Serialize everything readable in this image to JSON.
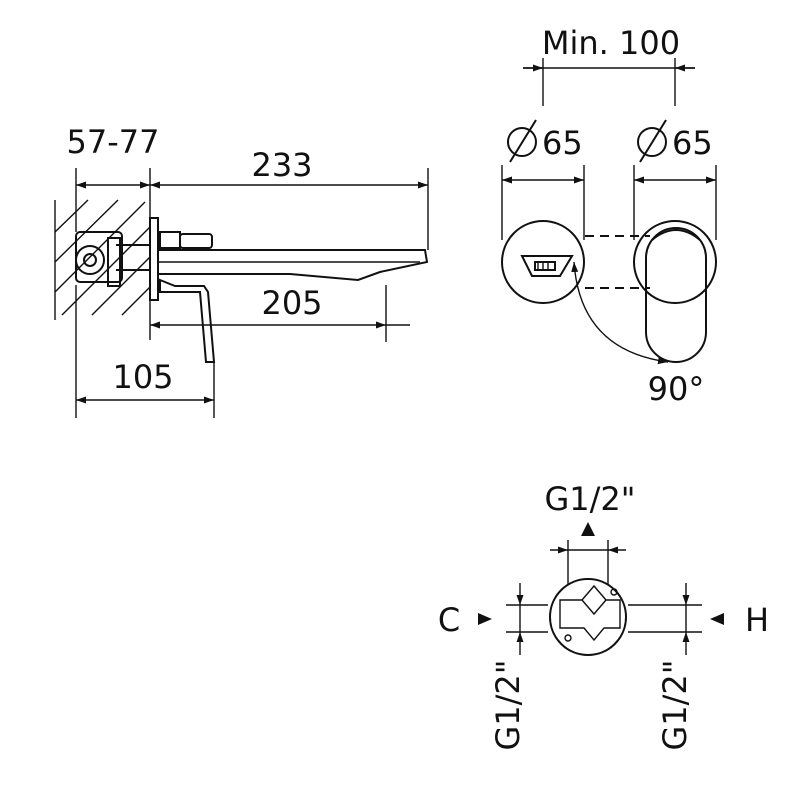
{
  "side_view": {
    "wall_depth": "57-77",
    "spout_length": "233",
    "spout_projection": "205",
    "handle_projection": "105"
  },
  "front_view": {
    "min_spacing": "Min. 100",
    "diameter_left": "65",
    "diameter_right": "65",
    "rotation": "90°"
  },
  "body_view": {
    "inlet_top": "G1/2\"",
    "cold_label": "C",
    "hot_label": "H",
    "inlet_left": "G1/2\"",
    "inlet_right": "G1/2\""
  },
  "colors": {
    "line": "#111111",
    "background": "#ffffff"
  }
}
